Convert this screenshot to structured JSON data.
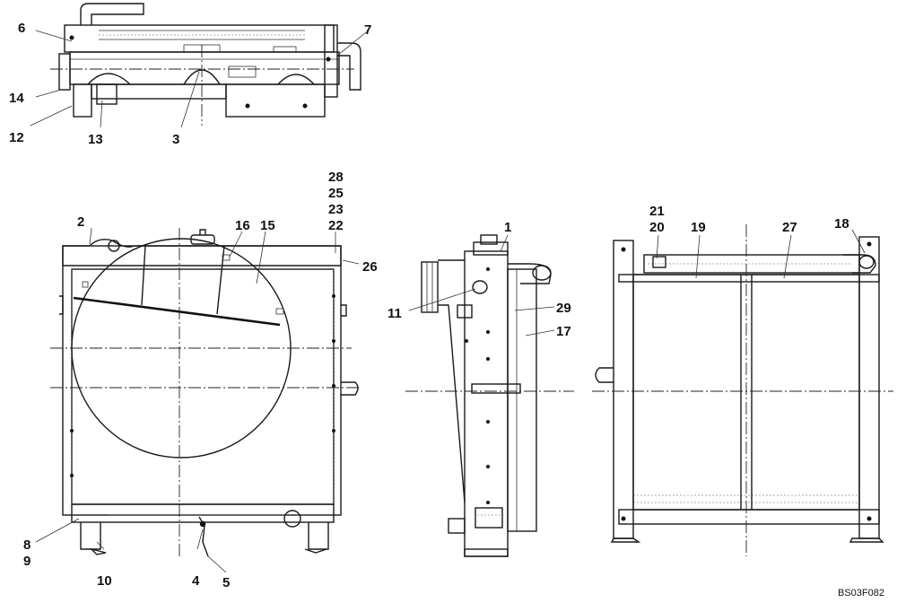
{
  "figure_code": "BS03F082",
  "callouts": [
    {
      "id": "c1",
      "text": "1"
    },
    {
      "id": "c2",
      "text": "2"
    },
    {
      "id": "c3",
      "text": "3"
    },
    {
      "id": "c4",
      "text": "4"
    },
    {
      "id": "c5",
      "text": "5"
    },
    {
      "id": "c6",
      "text": "6"
    },
    {
      "id": "c7",
      "text": "7"
    },
    {
      "id": "c8",
      "text": "8"
    },
    {
      "id": "c9",
      "text": "9"
    },
    {
      "id": "c10",
      "text": "10"
    },
    {
      "id": "c11",
      "text": "11"
    },
    {
      "id": "c12",
      "text": "12"
    },
    {
      "id": "c13",
      "text": "13"
    },
    {
      "id": "c14",
      "text": "14"
    },
    {
      "id": "c15",
      "text": "15"
    },
    {
      "id": "c16",
      "text": "16"
    },
    {
      "id": "c17",
      "text": "17"
    },
    {
      "id": "c18",
      "text": "18"
    },
    {
      "id": "c19",
      "text": "19"
    },
    {
      "id": "c20",
      "text": "20"
    },
    {
      "id": "c21",
      "text": "21"
    },
    {
      "id": "c22",
      "text": "22"
    },
    {
      "id": "c23",
      "text": "23"
    },
    {
      "id": "c25",
      "text": "25"
    },
    {
      "id": "c26",
      "text": "26"
    },
    {
      "id": "c27",
      "text": "27"
    },
    {
      "id": "c28",
      "text": "28"
    },
    {
      "id": "c29",
      "text": "29"
    }
  ]
}
